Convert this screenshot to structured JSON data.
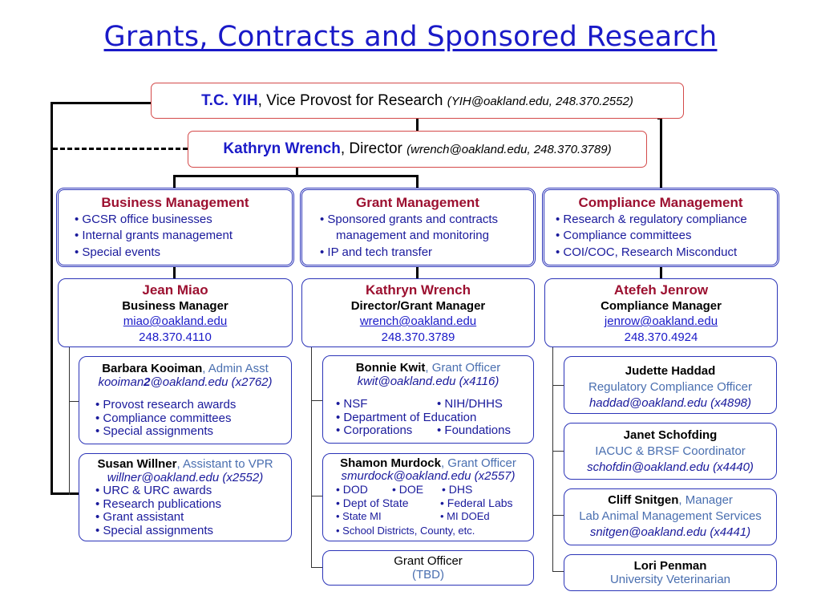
{
  "title": "Grants, Contracts and Sponsored Research",
  "vp": {
    "name": "T.C. YIH",
    "role": ", Vice Provost for Research ",
    "contact": "(YIH@oakland.edu, 248.370.2552)"
  },
  "director": {
    "name": "Kathryn Wrench",
    "role": ", Director ",
    "contact": "(wrench@oakland.edu, 248.370.3789)"
  },
  "units": [
    {
      "heading": "Business Management",
      "items": [
        "GCSR office businesses",
        "Internal grants management",
        "Special events"
      ]
    },
    {
      "heading": "Grant Management",
      "items": [
        "Sponsored grants and contracts",
        "management and monitoring",
        "IP and tech transfer"
      ]
    },
    {
      "heading": "Compliance Management",
      "items": [
        "Research & regulatory compliance",
        "Compliance committees",
        "COI/COC, Research Misconduct"
      ]
    }
  ],
  "managers": [
    {
      "name": "Jean Miao",
      "title": "Business Manager",
      "email": "miao@oakland.edu",
      "phone": "248.370.4110"
    },
    {
      "name": "Kathryn Wrench",
      "title": "Director/Grant Manager",
      "email": "wrench@oakland.edu",
      "phone": "248.370.3789"
    },
    {
      "name": "Atefeh Jenrow",
      "title": "Compliance Manager",
      "email": "jenrow@oakland.edu",
      "phone": "248.370.4924"
    }
  ],
  "staff_business": [
    {
      "name": "Barbara Kooiman",
      "role": ", Admin Asst",
      "email_a": "kooiman",
      "email_b": "2",
      "email_c": "@oakland.edu (x2762)",
      "items": [
        "Provost research awards",
        "Compliance committees",
        "Special assignments"
      ]
    },
    {
      "name": "Susan Willner",
      "role": ", Assistant to VPR",
      "email": "willner@oakland.edu (x2552)",
      "items": [
        "URC & URC awards",
        "Research publications",
        "Grant assistant",
        "Special assignments"
      ]
    }
  ],
  "staff_grant": [
    {
      "name": "Bonnie Kwit",
      "role": ", Grant Officer",
      "email": "kwit@oakland.edu (x4116)",
      "rows": [
        [
          "NSF",
          "NIH/DHHS"
        ],
        [
          "Department of Education"
        ],
        [
          "Corporations",
          "Foundations"
        ]
      ]
    },
    {
      "name": "Shamon Murdock",
      "role": ", Grant Officer",
      "email": "smurdock@oakland.edu (x2557)",
      "rows": [
        [
          "DOD",
          "DOE",
          "DHS"
        ],
        [
          "Dept of State",
          "Federal Labs"
        ],
        [
          "State MI",
          "MI DOEd"
        ],
        [
          "School Districts, County, etc."
        ]
      ]
    },
    {
      "title": "Grant Officer",
      "note": "(TBD)"
    }
  ],
  "staff_compliance": [
    {
      "name": "Judette Haddad",
      "role": "Regulatory Compliance Officer",
      "email": "haddad@oakland.edu (x4898)"
    },
    {
      "name": "Janet Schofding",
      "role": "IACUC & BRSF Coordinator",
      "email": "schofdin@oakland.edu (x4440)"
    },
    {
      "name": "Cliff Snitgen",
      "role_a": ", Manager",
      "role_b": "Lab Animal Management Services",
      "email": "snitgen@oakland.edu (x4441)"
    },
    {
      "name": "Lori Penman",
      "role": "University Veterinarian"
    }
  ]
}
